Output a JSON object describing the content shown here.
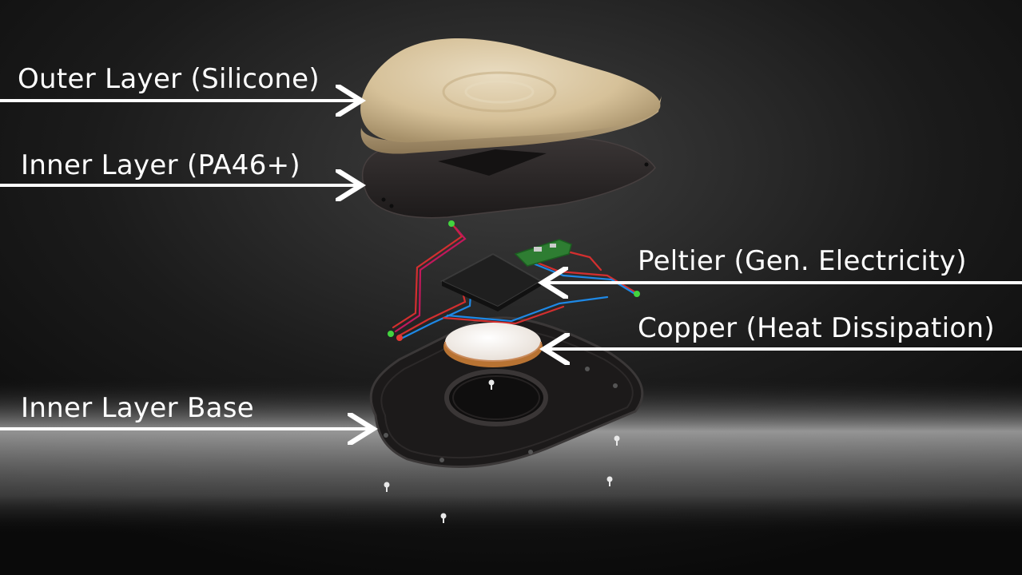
{
  "labels": {
    "outer_layer": "Outer Layer (Silicone)",
    "inner_layer": "Inner Layer (PA46+)",
    "peltier": "Peltier (Gen. Electricity)",
    "copper": "Copper (Heat Dissipation)",
    "inner_base": "Inner Layer Base"
  },
  "colors": {
    "background": "#0c0c0c",
    "label_text": "#ffffff",
    "arrow": "#ffffff",
    "silicone": "#d8c29c",
    "inner_layer": "#2a2626",
    "base": "#1c1a1a",
    "pcb": "#2e7d32",
    "peltier": "#1f1f1f",
    "copper_face": "#f3eeea",
    "copper_rim": "#b87333",
    "wire_red": "#d32f2f",
    "wire_blue": "#1e88e5"
  }
}
